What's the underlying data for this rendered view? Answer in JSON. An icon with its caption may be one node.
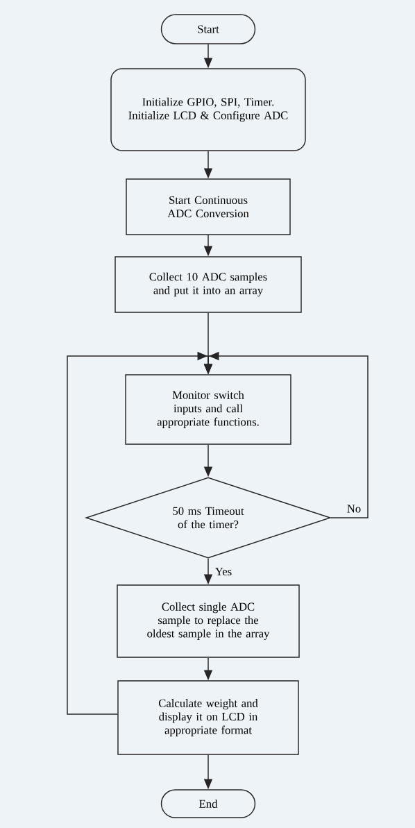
{
  "diagram": {
    "nodes": [
      {
        "text": [
          "Start"
        ]
      },
      {
        "text": [
          "Initialize GPIO, SPI, Timer. Initialize LCD & Configure ADC"
        ]
      },
      {
        "text": [
          "Start Continuous ADC Conversion"
        ]
      },
      {
        "text": [
          "Collect 10 ADC samples and put it into an array"
        ]
      },
      {
        "text": [
          "Monitor switch inputs and call appropriate functions."
        ]
      },
      {
        "text": [
          "50 ms Timeout of the timer?"
        ]
      },
      {
        "text": [
          "Collect single ADC sample to replace the oldest sample in the array"
        ]
      },
      {
        "text": [
          "Calculate weight and display it on LCD in appropriate format"
        ]
      },
      {
        "text": [
          "End"
        ]
      }
    ],
    "edges": [
      {
        "from": 0,
        "to": 1,
        "arrow": "to"
      },
      {
        "from": 1,
        "to": 2,
        "arrow": "to"
      },
      {
        "from": 2,
        "to": 3,
        "arrow": "to"
      },
      {
        "from": 3,
        "to": 4,
        "arrow": "to"
      },
      {
        "from": 4,
        "to": 5,
        "arrow": "to"
      },
      {
        "from": 5,
        "to": 4,
        "arrow": "to",
        "label": "No"
      },
      {
        "from": 5,
        "to": 6,
        "arrow": "to",
        "label": "Yes"
      },
      {
        "from": 6,
        "to": 7,
        "arrow": "to"
      },
      {
        "from": 7,
        "to": 4,
        "arrow": "to"
      },
      {
        "from": 7,
        "to": 8,
        "arrow": "to"
      }
    ]
  }
}
